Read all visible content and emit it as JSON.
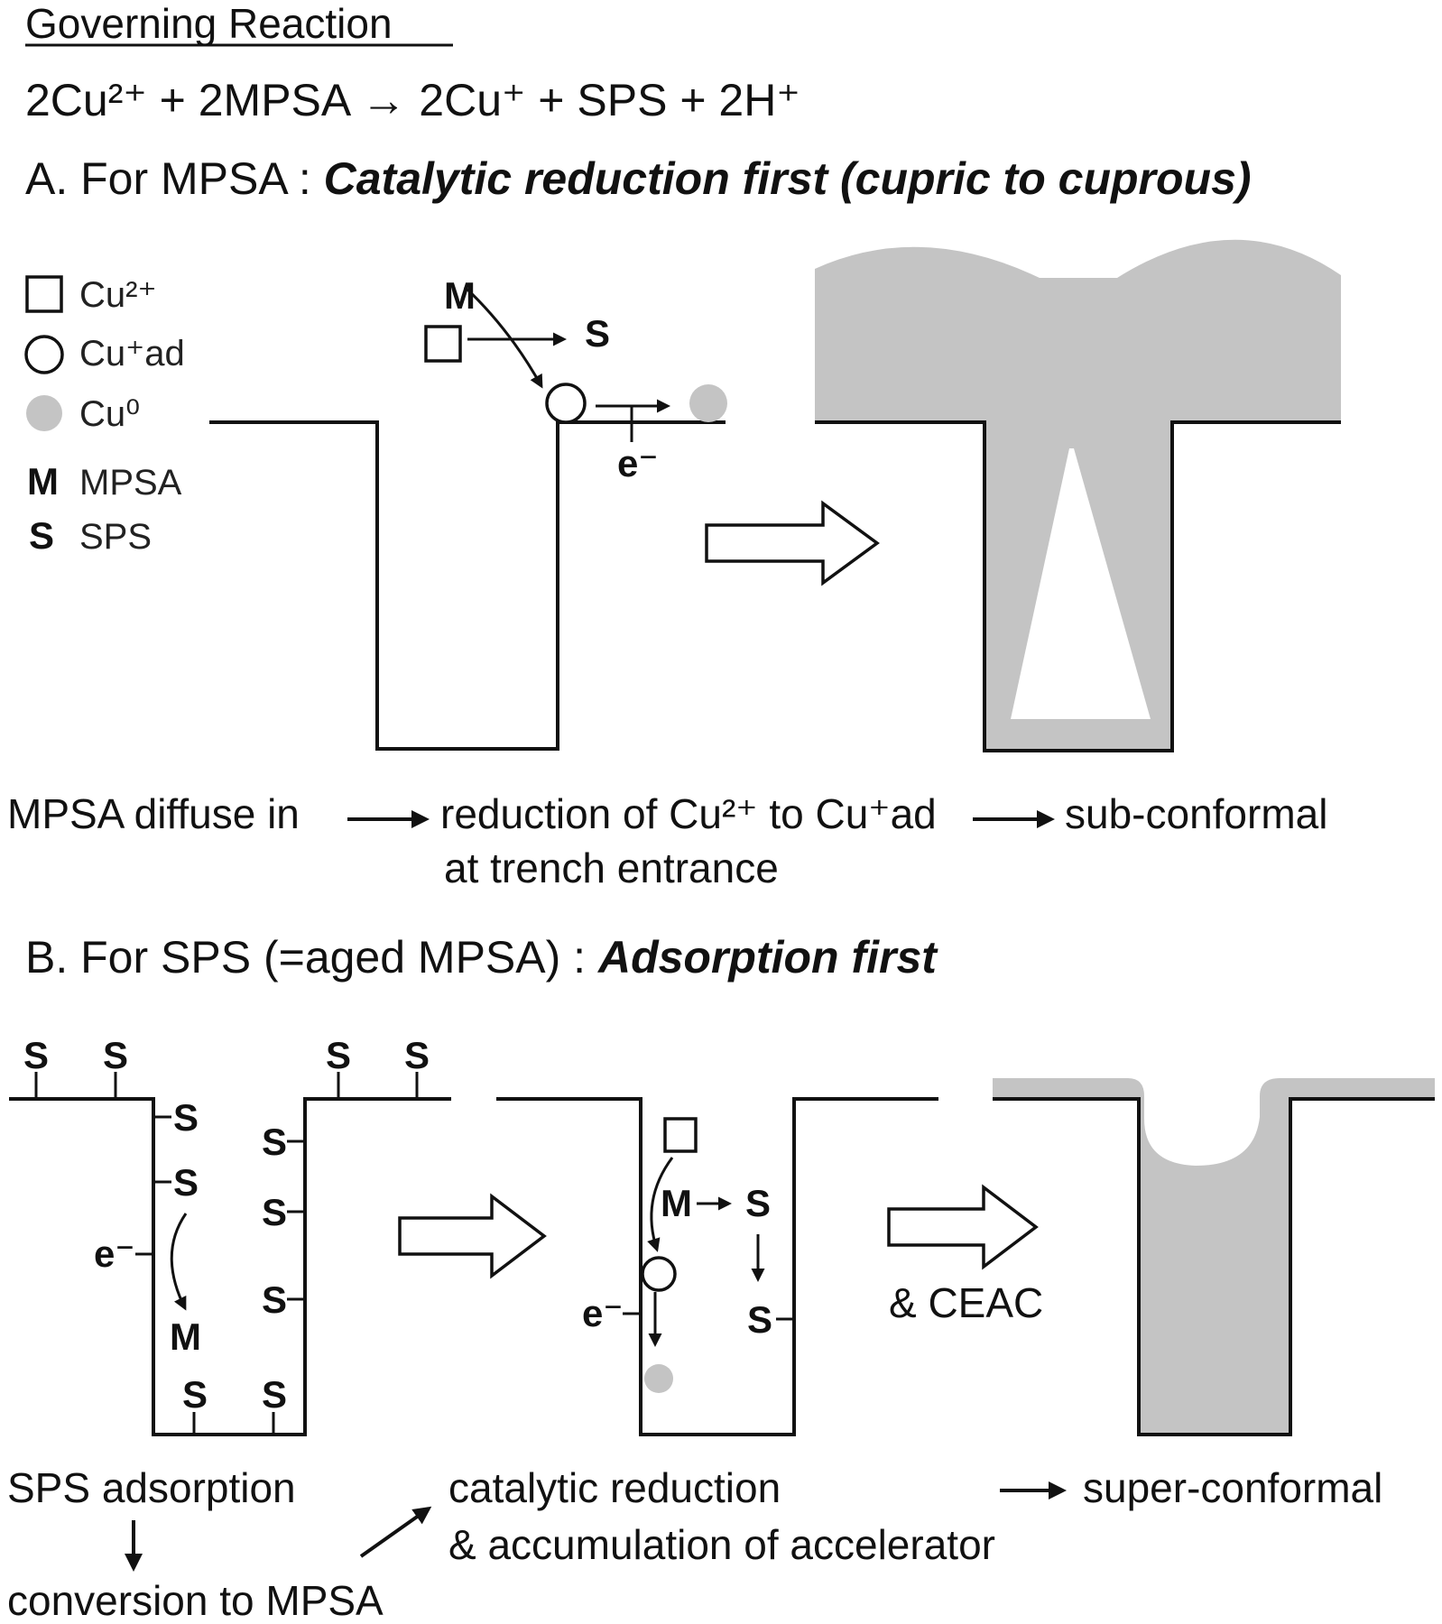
{
  "header": {
    "title": "Governing Reaction",
    "equation": "2Cu²⁺ + 2MPSA → 2Cu⁺ + SPS + 2H⁺"
  },
  "section_a": {
    "prefix": "A. For MPSA : ",
    "emphasis": "Catalytic reduction first (cupric to cuprous)",
    "legend": {
      "cu2": "Cu²⁺",
      "cu_ad": "Cu⁺ad",
      "cu0": "Cu⁰",
      "m_key": "M",
      "m_label": "MPSA",
      "s_key": "S",
      "s_label": "SPS"
    },
    "labels": {
      "m": "M",
      "s": "S",
      "electron": "e⁻"
    },
    "flow": {
      "step1": "MPSA diffuse in",
      "step2_line1": "reduction of Cu²⁺ to Cu⁺ad",
      "step2_line2": "at trench entrance",
      "step3": "sub-conformal"
    }
  },
  "section_b": {
    "prefix": "B. For SPS (=aged MPSA) : ",
    "emphasis": "Adsorption first",
    "labels": {
      "s": "S",
      "m": "M",
      "electron": "e⁻",
      "ceac": "& CEAC"
    },
    "flow": {
      "step1": "SPS adsorption",
      "step2": "conversion to MPSA",
      "step3_line1": "catalytic reduction",
      "step3_line2": "& accumulation of accelerator",
      "step4": "super-conformal"
    }
  },
  "colors": {
    "deposit": "#c4c4c4",
    "line": "#111111",
    "background": "#ffffff"
  }
}
